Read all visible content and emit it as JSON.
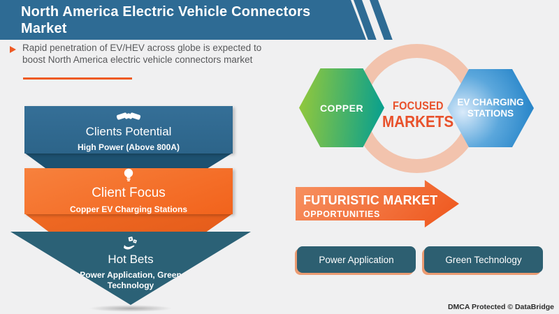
{
  "header": {
    "title": "North America Electric Vehicle Connectors Market"
  },
  "intro": {
    "text": "Rapid penetration of EV/HEV across globe is expected to boost North America electric vehicle connectors market"
  },
  "funnel": {
    "tiers": [
      {
        "title": "Clients Potential",
        "subtitle": "High Power (Above 800A)",
        "icon": "handshake-icon"
      },
      {
        "title": "Client Focus",
        "subtitle": "Copper EV Charging Stations",
        "icon": "lightbulb-icon"
      },
      {
        "title": "Hot Bets",
        "subtitle": "Power Application, Green Technology",
        "icon": "hand-with-dice-icon"
      }
    ]
  },
  "focus_diagram": {
    "left_hexagon_label": "COPPER",
    "right_hexagon_label": "EV CHARGING STATIONS",
    "center_line1": "FOCUSED",
    "center_line2": "MARKETS"
  },
  "opportunities": {
    "arrow_line1": "FUTURISTIC MARKET",
    "arrow_line2": "OPPORTUNITIES",
    "items": [
      {
        "label": "Power Application"
      },
      {
        "label": "Green Technology"
      }
    ]
  },
  "footer": {
    "dmca": "DMCA Protected © DataBridge"
  },
  "colors": {
    "header_blue": "#2e6b94",
    "accent_orange": "#ee5a24",
    "band_blue": "#2f6a92",
    "band_blue_fold": "#1d5170",
    "band_orange": "#f4702c",
    "triangle_teal": "#2b6176",
    "ring_salmon": "#f2c3ad",
    "hex_green_from": "#8fc73e",
    "hex_green_to": "#0aa08d",
    "hex_blue_from": "#d9eafa",
    "hex_blue_to": "#1579c2",
    "focus_text_orange": "#e8512b",
    "button_teal": "#2d5f71",
    "button_shadow_salmon": "#eb9b72",
    "background": "#f0f0f1"
  }
}
